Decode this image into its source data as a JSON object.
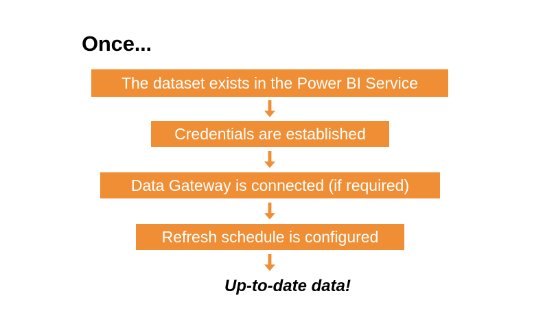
{
  "slide": {
    "title": "Once...",
    "background_color": "#FFFFFF",
    "accent_color": "#EF8E34",
    "box_text_color": "#FFFFFF",
    "title_color": "#000000"
  },
  "flow": {
    "steps": [
      {
        "id": "step-1",
        "label": "The dataset exists in the Power BI Service",
        "kind": "box"
      },
      {
        "id": "step-2",
        "label": "Credentials are established",
        "kind": "box"
      },
      {
        "id": "step-3",
        "label": "Data Gateway is connected (if required)",
        "kind": "box"
      },
      {
        "id": "step-4",
        "label": "Refresh schedule is configured",
        "kind": "box"
      },
      {
        "id": "step-5",
        "label": "Up-to-date data!",
        "kind": "text"
      }
    ],
    "connectors": [
      {
        "id": "arrow-1",
        "icon": "arrow-down-icon"
      },
      {
        "id": "arrow-2",
        "icon": "arrow-down-icon"
      },
      {
        "id": "arrow-3",
        "icon": "arrow-down-icon"
      },
      {
        "id": "arrow-4",
        "icon": "arrow-down-icon"
      }
    ]
  }
}
